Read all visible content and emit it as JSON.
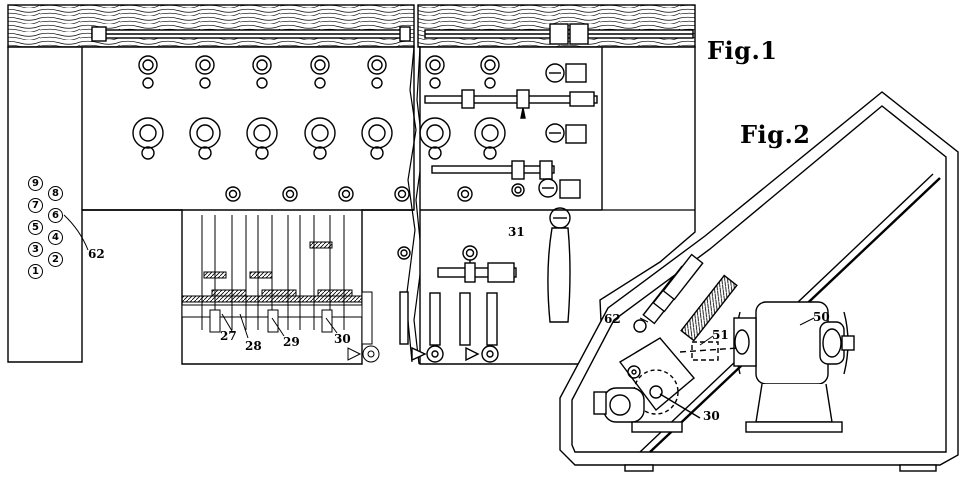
{
  "figures": {
    "fig1_title": "Fig.1",
    "fig2_title": "Fig.2"
  },
  "keypad": {
    "keys": [
      "9",
      "8",
      "7",
      "6",
      "5",
      "4",
      "3",
      "2",
      "1"
    ]
  },
  "reference_numerals": {
    "r62_fig1": "62",
    "r27": "27",
    "r28": "28",
    "r29": "29",
    "r30_fig1": "30",
    "r31": "31",
    "r50": "50",
    "r51": "51",
    "r62_fig2": "62",
    "r30_fig2": "30"
  }
}
